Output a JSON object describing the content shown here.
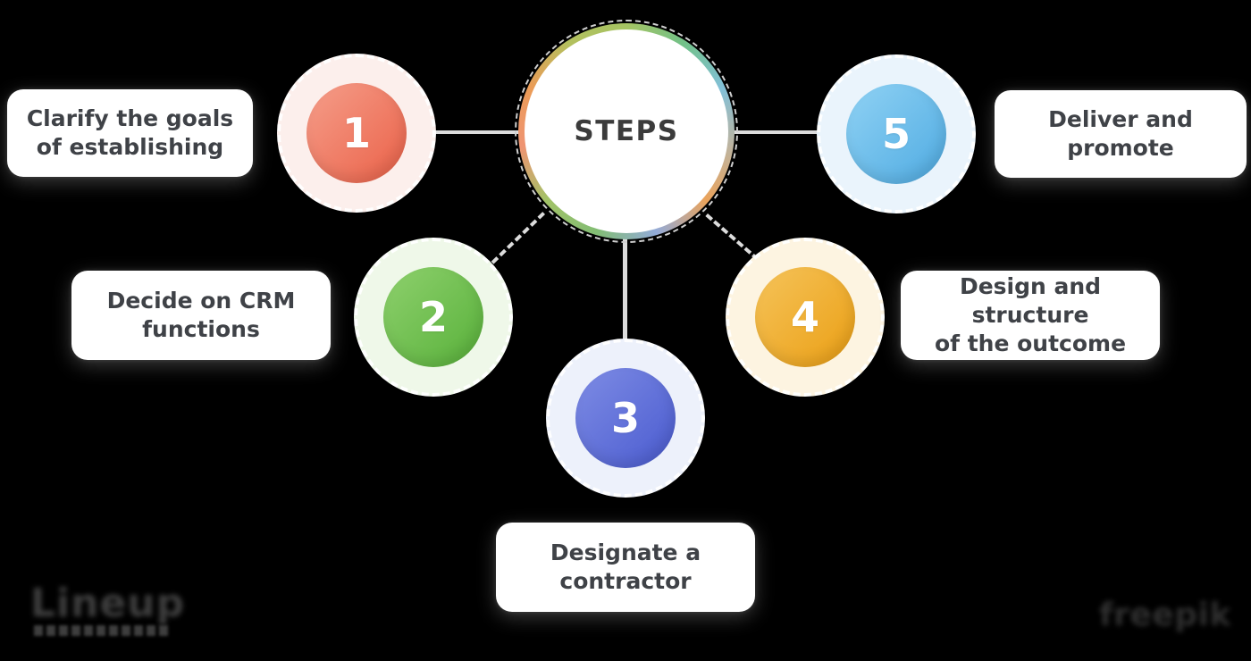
{
  "hub": {
    "label": "STEPS",
    "ring_colors": [
      "#a6c463",
      "#72c188",
      "#82c0d8",
      "#bdb4a0",
      "#eaa35c",
      "#93abd8",
      "#82bd74",
      "#a2c267",
      "#ef9472",
      "#eb9c57",
      "#b3c05e",
      "#a6c463"
    ]
  },
  "steps": [
    {
      "number": "1",
      "label": "Clarify the goals\nof establishing",
      "circle_color_from": "#f59e8a",
      "circle_color_to": "#eb6148",
      "halo_color": "#fcefec"
    },
    {
      "number": "2",
      "label": "Decide on CRM\nfunctions",
      "circle_color_from": "#8ed06d",
      "circle_color_to": "#58b13a",
      "halo_color": "#eff8e9"
    },
    {
      "number": "3",
      "label": "Designate a\ncontractor",
      "circle_color_from": "#7e8ce4",
      "circle_color_to": "#4a5bd0",
      "halo_color": "#edf1fb"
    },
    {
      "number": "4",
      "label": "Design and structure\nof the outcome",
      "circle_color_from": "#f5c35a",
      "circle_color_to": "#eb9f14",
      "halo_color": "#fdf4e1"
    },
    {
      "number": "5",
      "label": "Deliver and\npromote",
      "circle_color_from": "#90d2f4",
      "circle_color_to": "#4fabe2",
      "halo_color": "#eaf4fc"
    }
  ],
  "watermarks": {
    "left": "Lineup",
    "right": "freepik"
  },
  "colors": {
    "background": "#000000",
    "connector": "#dcdcdc",
    "card_bg": "#ffffff",
    "label_text": "#3f4247",
    "hub_text": "#3b3b3b",
    "number_text": "#ffffff"
  }
}
